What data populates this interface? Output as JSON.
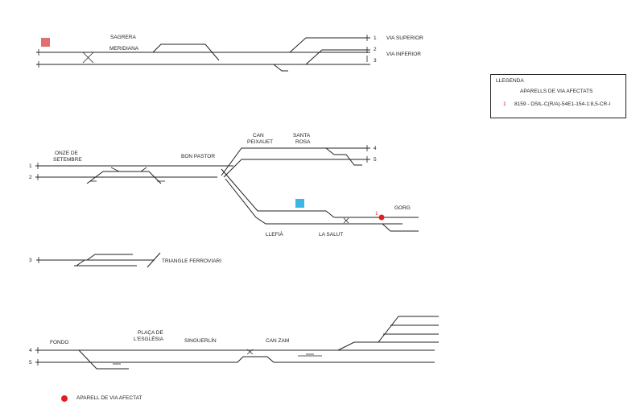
{
  "colors": {
    "affected": "#e02020",
    "marker_red": "#e07070",
    "marker_blue": "#3cb6e6",
    "line": "#222222"
  },
  "section1": {
    "stations": [
      "SAGRERA",
      "MERIDIANA"
    ],
    "tracks": [
      {
        "number": "1",
        "name": "VIA SUPERIOR"
      },
      {
        "number": "2",
        "name": "VIA INFERIOR"
      },
      {
        "number": "3",
        "name": ""
      }
    ]
  },
  "section2": {
    "stations": [
      "ONZE DE",
      "SETEMBRE",
      "BON PASTOR",
      "CAN",
      "PEIXAUET",
      "SANTA",
      "ROSA",
      "LLEFIÀ",
      "LA SALUT",
      "GORG"
    ],
    "track_numbers": [
      "1",
      "2",
      "4",
      "5"
    ],
    "affected_label": "1"
  },
  "section3": {
    "track_number": "3",
    "name": "TRIANGLE FERROVIARI"
  },
  "section4": {
    "stations": [
      "FONDO",
      "PLAÇA DE",
      "L'ESGLÉSIA",
      "SINGUERLÍN",
      "CAN ZAM"
    ],
    "track_numbers": [
      "4",
      "5"
    ]
  },
  "legend": {
    "title": "LLEGENDA",
    "subtitle": "APARELLS DE VIA AFECTATS",
    "item_number": "1",
    "item_text": "8159 - DSIL-C(R/A)-54E1-154-1:8,5-CR-I"
  },
  "footer_legend": {
    "text": "APARELL DE VIA AFECTAT"
  }
}
